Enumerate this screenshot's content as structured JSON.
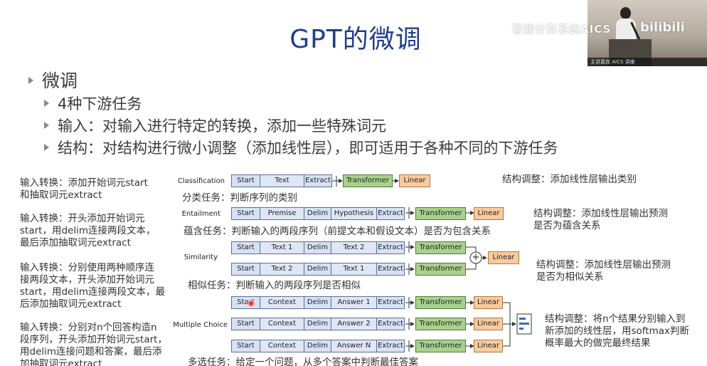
{
  "slide": {
    "title": "GPT的微调",
    "bullets": [
      "微调",
      "4种下游任务",
      "输入：对输入进行特定的转换，添加一些特殊词元",
      "结构：对结构进行微小调整（添加线性层），即可适用于各种不同的下游任务"
    ]
  },
  "diagram": {
    "row_labels": {
      "classification": "Classification",
      "entailment": "Entailment",
      "similarity": "Similarity",
      "multiple_choice": "Multiple Choice"
    },
    "tokens": {
      "start": "Start",
      "text": "Text",
      "extract": "Extract",
      "premise": "Premise",
      "delim": "Delim",
      "hypothesis": "Hypothesis",
      "text1": "Text 1",
      "text2": "Text 2",
      "context": "Context",
      "answer1": "Answer 1",
      "answer2": "Answer 2",
      "answerN": "Answer N"
    },
    "transformer": "Transformer",
    "linear": "Linear",
    "plus": "+"
  },
  "notes": {
    "input_notes": [
      "输入转换：添加开始词元start\n和抽取词元extract",
      "输入转换：开头添加开始词元\nstart，用delim连接两段文本，\n最后添加抽取词元extract",
      "输入转换：分别使用两种顺序连\n接两段文本，开头添加开始词元\nstart，用delim连接两段文本，最\n后添加抽取词元extract",
      "输入转换：分别对n个回答构造n\n段序列，开头添加开始词元start，\n用delim连接问题和答案，最后添\n加抽取词元extract"
    ],
    "task_notes": [
      "分类任务：判断序列的类别",
      "蕴含任务：判断输入的两段序列（前提文本和假设文本）是否为包含关系",
      "相似任务：判断输入的两段序列是否相似",
      "多选任务：给定一个问题，从多个答案中判断最佳答案"
    ],
    "structure_notes": [
      "结构调整：添加线性层输出类别",
      "结构调整：添加线性层输出预测\n是否为蕴含关系",
      "结构调整：添加线性层输出预测\n是否为相似关系",
      "结构调整：将n个结果分别输入到\n新添加的线性层，用softmax判断\n概率最大的做完最终结果"
    ]
  },
  "video": {
    "caption": "主讲嘉宾 AICS 讲座",
    "watermark": "智能计算系统AICS",
    "brand": "bilibili"
  },
  "colors": {
    "title": "#1f3e8c",
    "token": "#d6e2f4",
    "transformer": "#a9d18e",
    "linear": "#f8cb9e"
  }
}
